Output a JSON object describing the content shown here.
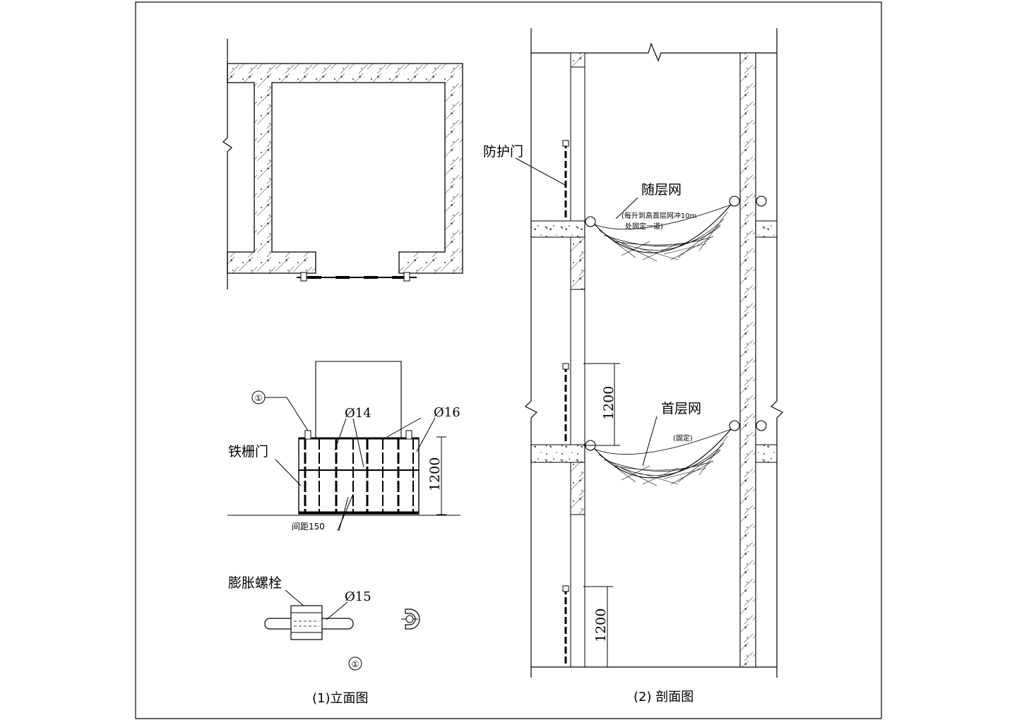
{
  "labels": {
    "protective_door": "防护门",
    "floor_net": "随层网",
    "floor_net_note_line1": "(每升到高首层网冲10m",
    "floor_net_note_line2": "处固定一道)",
    "ground_net": "首层网",
    "ground_net_note": "(固定)",
    "dim_1200_upper": "1200",
    "dim_1200_lower": "1200",
    "dim_1200_elevation": "1200",
    "phi14": "Ø14",
    "phi16": "Ø16",
    "phi15": "Ø15",
    "iron_gate": "铁栅门",
    "spacing": "间距150",
    "expansion_bolt": "膨胀螺栓",
    "callout_1": "①",
    "detail_marker": "①",
    "caption_elevation": "(1)立面图",
    "caption_section": "(2) 剖面图"
  },
  "colors": {
    "line": "#000000",
    "background": "#ffffff"
  }
}
